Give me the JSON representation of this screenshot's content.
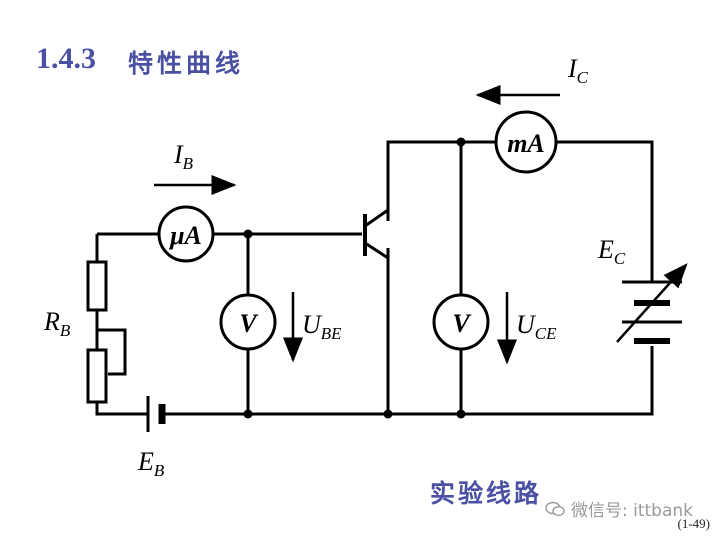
{
  "heading": {
    "number": "1.4.3",
    "text": "特性曲线"
  },
  "caption": "实验线路",
  "watermark": "微信号: ittbank",
  "page_number": "(1-49)",
  "labels": {
    "ib_main": "I",
    "ib_sub": "B",
    "ic_main": "I",
    "ic_sub": "C",
    "rb_main": "R",
    "rb_sub": "B",
    "eb_main": "E",
    "eb_sub": "B",
    "ec_main": "E",
    "ec_sub": "C",
    "ube_main": "U",
    "ube_sub": "BE",
    "uce_main": "U",
    "uce_sub": "CE"
  },
  "meters": {
    "microammeter": "μA",
    "milliammeter": "mA",
    "voltmeter_be": "V",
    "voltmeter_ce": "V"
  },
  "colors": {
    "heading": "#4b50a3",
    "wire": "#000000",
    "watermark": "#9a9a9a"
  }
}
